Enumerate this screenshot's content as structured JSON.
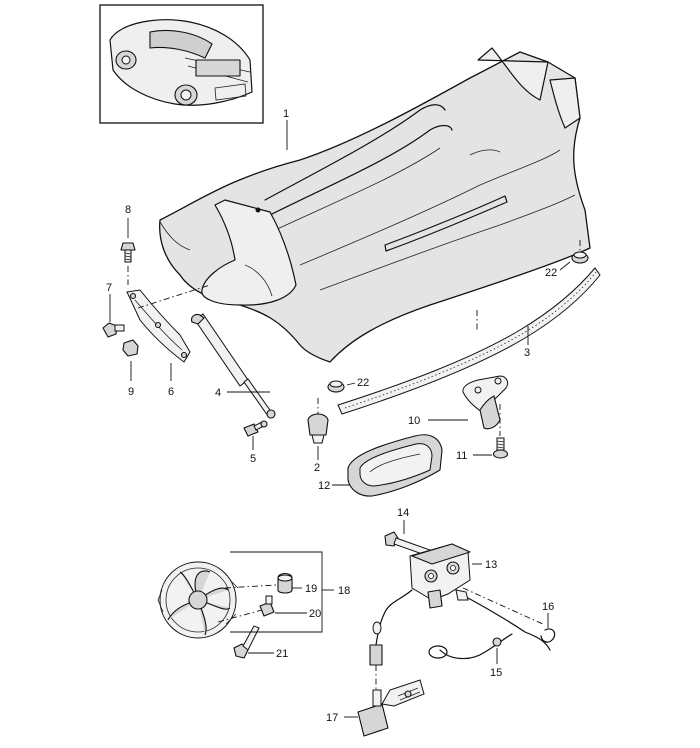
{
  "callouts": {
    "c1": "1",
    "c2": "2",
    "c3": "3",
    "c4": "4",
    "c5": "5",
    "c6": "6",
    "c7": "7",
    "c8": "8",
    "c9": "9",
    "c10": "10",
    "c11": "11",
    "c12": "12",
    "c13": "13",
    "c14": "14",
    "c15": "15",
    "c16": "16",
    "c17": "17",
    "c18": "18",
    "c19": "19",
    "c20": "20",
    "c21": "21",
    "c22a": "22",
    "c22b": "22"
  }
}
